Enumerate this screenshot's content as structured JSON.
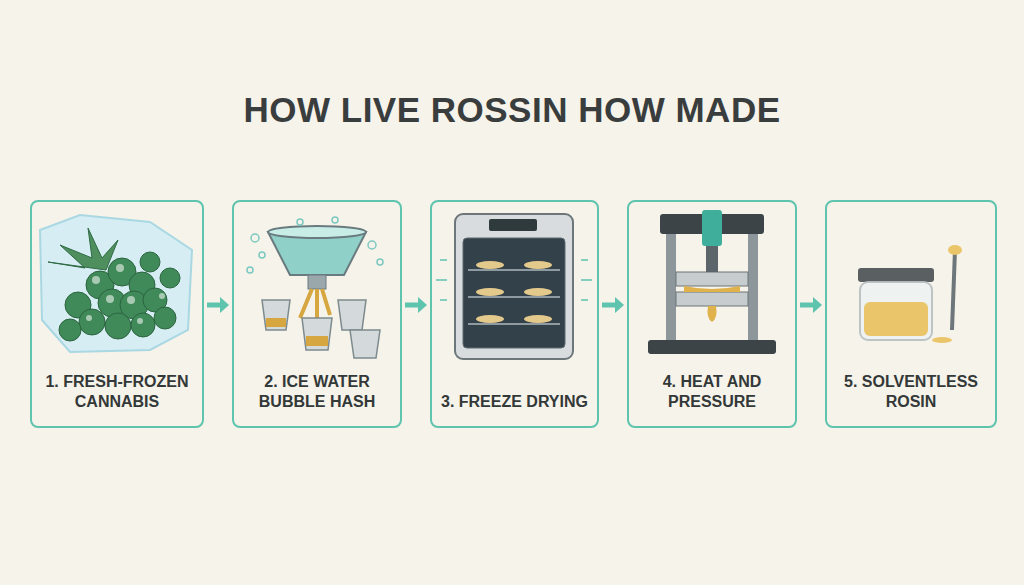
{
  "diagram": {
    "title": "HOW LIVE ROSSIN HOW MADE",
    "nodes": [
      {
        "text": [
          "1. FRESH-FROZEN CANNABIS"
        ]
      },
      {
        "text": [
          "2. ICE WATER BUBBLE HASH"
        ]
      },
      {
        "text": [
          "3. FREEZE DRYING"
        ]
      },
      {
        "text": [
          "4. HEAT AND PRESSURE"
        ]
      },
      {
        "text": [
          "5. SOLVENTLESS ROSIN"
        ]
      }
    ],
    "edges": [
      {
        "from": 0,
        "to": 1,
        "arrow": "to"
      },
      {
        "from": 1,
        "to": 2,
        "arrow": "to"
      },
      {
        "from": 2,
        "to": 3,
        "arrow": "to"
      },
      {
        "from": 3,
        "to": 4,
        "arrow": "to"
      }
    ]
  }
}
